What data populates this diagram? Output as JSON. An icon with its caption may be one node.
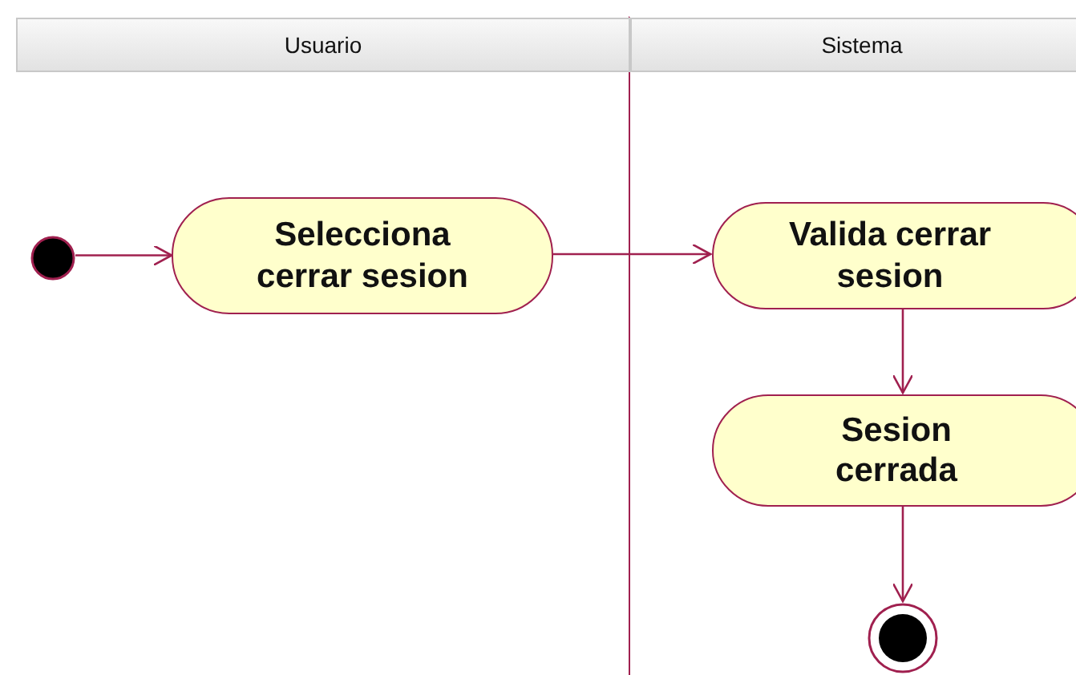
{
  "diagram": {
    "nodes": [
      {
        "text": [
          "Usuario"
        ]
      },
      {
        "text": [
          "Sistema"
        ]
      },
      {
        "text": [],
        "shape": "circle",
        "in": 0
      },
      {
        "text": [
          "Selecciona cerrar sesion"
        ],
        "in": 0
      },
      {
        "text": [
          "Valida cerrar sesion"
        ],
        "in": 1
      },
      {
        "text": [
          "Sesion cerrada"
        ],
        "in": 1
      },
      {
        "text": [],
        "shape": "bullseye",
        "in": 1
      }
    ],
    "edges": [
      {
        "from": 2,
        "to": 3,
        "arrow": "to"
      },
      {
        "from": 3,
        "to": 4,
        "arrow": "to"
      },
      {
        "from": 4,
        "to": 5,
        "arrow": "to"
      },
      {
        "from": 5,
        "to": 6,
        "arrow": "to"
      }
    ]
  }
}
